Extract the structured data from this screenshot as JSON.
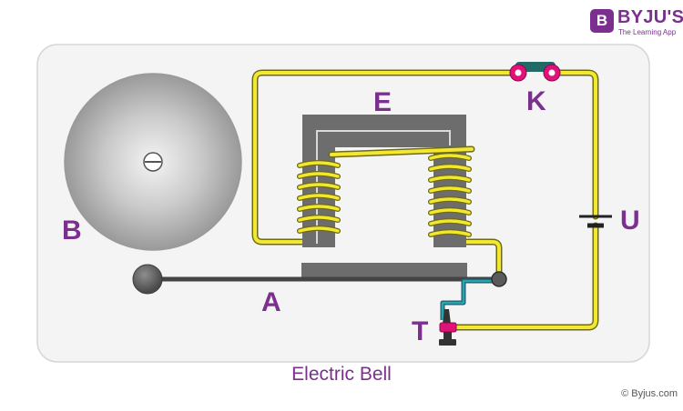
{
  "brand": {
    "mark": "B",
    "name": "BYJU'S",
    "tagline": "The Learning App"
  },
  "diagram": {
    "labels": {
      "electromagnet": "E",
      "key": "K",
      "battery": "U",
      "gong": "B",
      "armature": "A",
      "contact_screw": "T"
    }
  },
  "caption": "Electric Bell",
  "credit": "© Byjus.com",
  "colors": {
    "label": "#7b2f8e",
    "wire": "#f2e830",
    "wire_outline": "#6e6a1a",
    "iron": "#6d6d6d",
    "key_contacts": "#e0127a",
    "key_lever": "#226a66",
    "spring": "#2aa3b5",
    "panel_border": "#d6d6d6"
  }
}
